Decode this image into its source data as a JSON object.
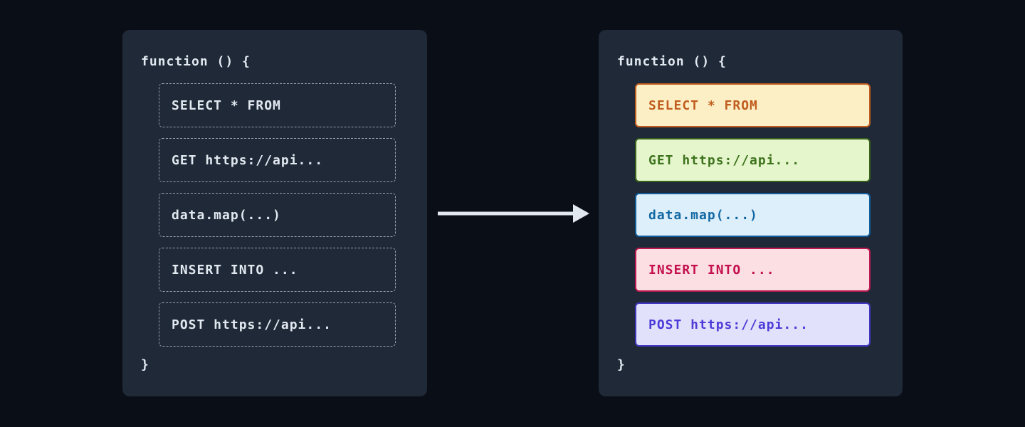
{
  "colors": {
    "page_bg": "#0a0e17",
    "panel_bg": "#1f2937",
    "dashed_border": "#94a3b8",
    "light_text": "#e2e8f0",
    "arrow": "#e2e8f0"
  },
  "left_panel": {
    "title": "function () {",
    "closing_brace": "}",
    "items": [
      "SELECT * FROM",
      "GET https://api...",
      "data.map(...)",
      "INSERT INTO ...",
      "POST https://api..."
    ]
  },
  "right_panel": {
    "title": "function () {",
    "closing_brace": "}",
    "items": [
      {
        "label": "SELECT * FROM",
        "bg": "#fcefc5",
        "border": "#bf5b1d",
        "fg": "#c05d1e"
      },
      {
        "label": "GET https://api...",
        "bg": "#e6f6cc",
        "border": "#38621c",
        "fg": "#3e731d"
      },
      {
        "label": "data.map(...)",
        "bg": "#ddeffa",
        "border": "#115d9c",
        "fg": "#1268a3"
      },
      {
        "label": "INSERT INTO ...",
        "bg": "#fcdfe3",
        "border": "#bc1950",
        "fg": "#c4104e"
      },
      {
        "label": "POST https://api...",
        "bg": "#e2e1fb",
        "border": "#4136c0",
        "fg": "#4c3bd8"
      }
    ]
  },
  "arrow": {
    "icon": "arrow-right-icon"
  }
}
